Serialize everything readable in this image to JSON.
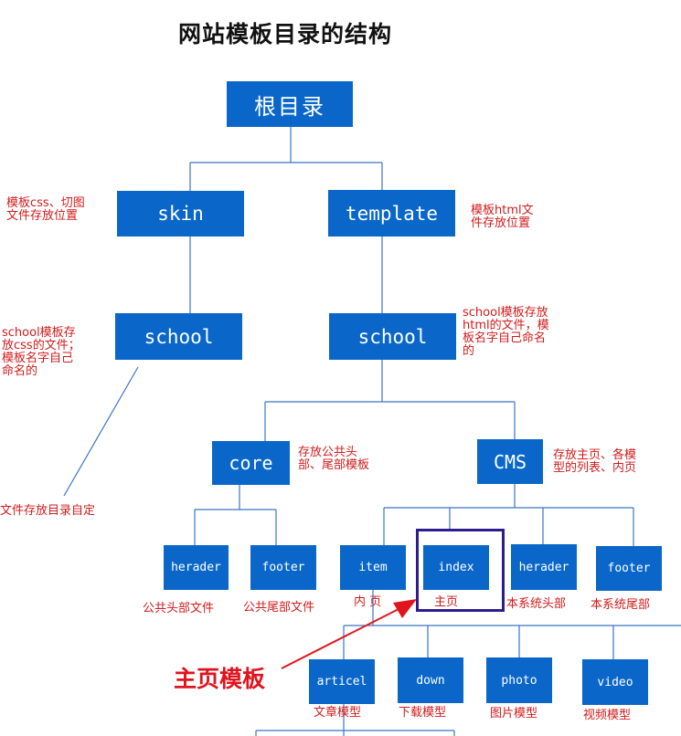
{
  "title": "网站模板目录的结构",
  "nodes": {
    "root": "根目录",
    "skin": "skin",
    "template": "template",
    "skin_school": "school",
    "template_school": "school",
    "core": "core",
    "cms": "CMS",
    "core_herader": "herader",
    "core_footer": "footer",
    "item": "item",
    "index": "index",
    "cms_herader": "herader",
    "cms_footer": "footer",
    "article": "articel",
    "down": "down",
    "photo": "photo",
    "video": "video"
  },
  "notes": {
    "skin": "模板css、切图\n文件存放位置",
    "template": "模板html文\n件存放位置",
    "skin_school": "school模板存\n放css的文件；\n模板名字自己\n命名的",
    "template_school": "school模板存放\nhtml的文件，模\n板名字自己命名\n的",
    "dir_custom": "文件存放目录自定",
    "core": "存放公共头\n部、尾部模板",
    "cms": "存放主页、各模\n型的列表、内页",
    "core_herader": "公共头部文件",
    "core_footer": "公共尾部文件",
    "item": "内 页",
    "index": "主页",
    "cms_herader": "本系统头部",
    "cms_footer": "本系统尾部",
    "article": "文章模型",
    "down": "下载模型",
    "photo": "图片模型",
    "video": "视频模型"
  },
  "callout": "主页模板",
  "colors": {
    "box": "#0a67c9",
    "line": "#3a74c4",
    "note": "#d11a1a",
    "callout": "#e0141e",
    "highlight": "#2c1c8e"
  }
}
